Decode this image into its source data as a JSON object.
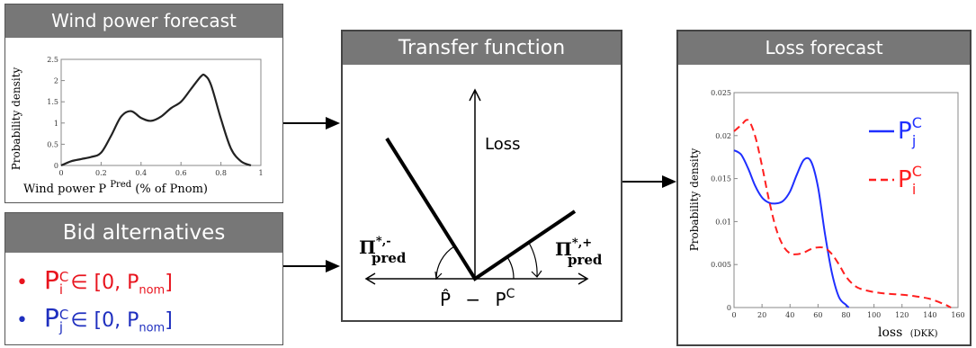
{
  "wind_panel": {
    "title": "Wind power forecast",
    "ylabel": "Probability density",
    "xlabel_main": "Wind power P",
    "xlabel_sup": "Pred",
    "xlabel_tail": "(% of Pnom)"
  },
  "bid_panel": {
    "title": "Bid alternatives",
    "rows": [
      {
        "bullet": "•",
        "symbol": "P",
        "sup": "C",
        "sub": "i",
        "range_open": "∈ [0, P",
        "range_sub": "nom",
        "range_close": "]",
        "color": "#e8141e"
      },
      {
        "bullet": "•",
        "symbol": "P",
        "sup": "C",
        "sub": "j",
        "range_open": "∈ [0, P",
        "range_sub": "nom",
        "range_close": "]",
        "color": "#1f2fbf"
      }
    ]
  },
  "transfer_panel": {
    "title": "Transfer function",
    "loss_label": "Loss",
    "pi_left_sup": "*,-",
    "pi_right_sup": "*,+",
    "pi_symbol": "Π",
    "pi_sub": "pred",
    "x_label_hat": "P̂",
    "x_label_minus": "−",
    "x_label_p": "P",
    "x_label_sup": "C"
  },
  "loss_panel": {
    "title": "Loss forecast",
    "ylabel": "Probability density",
    "xlabel_main": "loss",
    "xlabel_unit": "(DKK)",
    "legend": [
      {
        "symbol": "P",
        "sup": "C",
        "sub": "j",
        "color": "#1f2fff",
        "dash": "solid"
      },
      {
        "symbol": "P",
        "sup": "C",
        "sub": "i",
        "color": "#ff1f1f",
        "dash": "dashed"
      }
    ]
  },
  "chart_data": [
    {
      "type": "line",
      "title": "",
      "xlabel": "Wind power P Pred (% of Pnom)",
      "ylabel": "Probability density",
      "xlim": [
        0,
        1
      ],
      "ylim": [
        0,
        2.5
      ],
      "xticks": [
        "0",
        "0.2",
        "0.4",
        "0.6",
        "0.8",
        "1"
      ],
      "yticks": [
        "0",
        "0.5",
        "1",
        "1.5",
        "2",
        "2.5"
      ],
      "series": [
        {
          "color": "#222222",
          "x": [
            0.0,
            0.05,
            0.1,
            0.15,
            0.2,
            0.25,
            0.3,
            0.35,
            0.4,
            0.45,
            0.5,
            0.55,
            0.6,
            0.65,
            0.7,
            0.72,
            0.75,
            0.8,
            0.85,
            0.9,
            0.95
          ],
          "y": [
            0.0,
            0.1,
            0.15,
            0.2,
            0.3,
            0.7,
            1.15,
            1.28,
            1.12,
            1.05,
            1.15,
            1.35,
            1.5,
            1.8,
            2.1,
            2.12,
            1.9,
            1.1,
            0.4,
            0.1,
            0.0
          ]
        }
      ]
    },
    {
      "type": "line",
      "title": "",
      "xlabel": "loss (DKK)",
      "ylabel": "Probability density",
      "xlim": [
        0,
        160
      ],
      "ylim": [
        0,
        0.025
      ],
      "xticks": [
        "0",
        "20",
        "40",
        "60",
        "80",
        "100",
        "120",
        "140",
        "160"
      ],
      "yticks": [
        "0",
        "0.005",
        "0.01",
        "0.015",
        "0.02",
        "0.025"
      ],
      "series": [
        {
          "name": "P C j",
          "color": "#1f2fff",
          "dash": "solid",
          "x": [
            0,
            5,
            10,
            15,
            20,
            25,
            30,
            35,
            40,
            45,
            50,
            55,
            60,
            65,
            70,
            75,
            80,
            82
          ],
          "y": [
            0.0183,
            0.0178,
            0.0162,
            0.0142,
            0.0128,
            0.0122,
            0.0121,
            0.0124,
            0.0135,
            0.0155,
            0.0172,
            0.017,
            0.014,
            0.0085,
            0.004,
            0.0012,
            0.0003,
            0.0
          ]
        },
        {
          "name": "P C i",
          "color": "#ff1f1f",
          "dash": "dashed",
          "x": [
            0,
            5,
            10,
            15,
            20,
            25,
            30,
            35,
            40,
            45,
            50,
            55,
            60,
            65,
            70,
            75,
            80,
            85,
            90,
            100,
            110,
            120,
            130,
            140,
            150,
            155
          ],
          "y": [
            0.0205,
            0.0212,
            0.0218,
            0.02,
            0.0165,
            0.0125,
            0.0092,
            0.0072,
            0.0063,
            0.0062,
            0.0064,
            0.0068,
            0.007,
            0.0069,
            0.0062,
            0.005,
            0.0036,
            0.0027,
            0.0022,
            0.0018,
            0.0016,
            0.0015,
            0.0013,
            0.001,
            0.0004,
            0.0
          ]
        }
      ]
    }
  ]
}
